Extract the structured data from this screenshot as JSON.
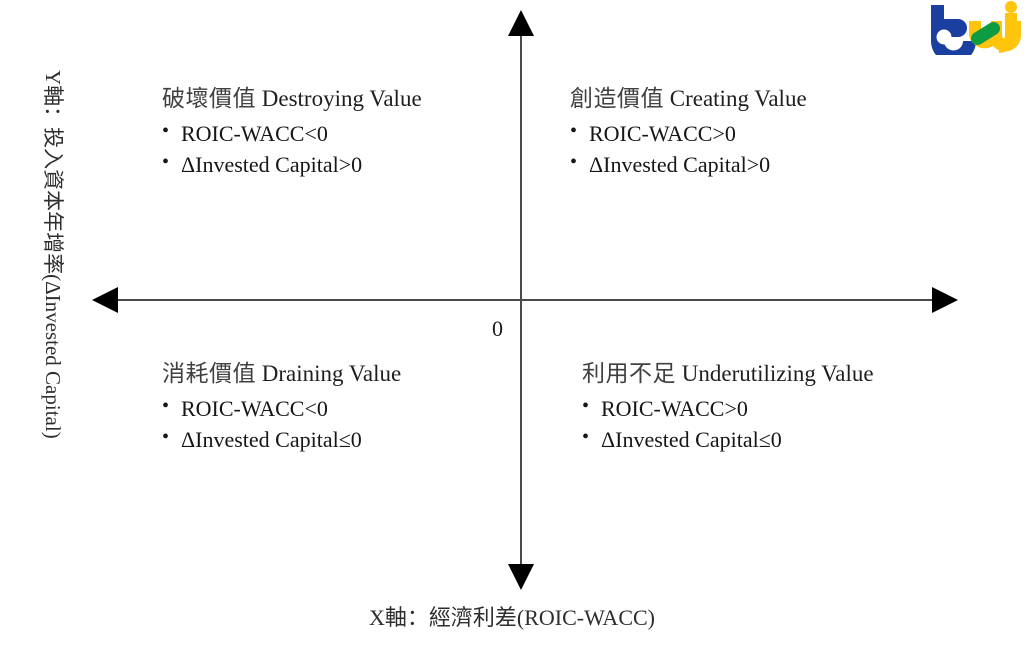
{
  "chart_data": {
    "type": "diagram",
    "subtype": "2x2-quadrant-matrix",
    "title": "",
    "xlabel": "X軸：經濟利差(ROIC-WACC)",
    "ylabel": "Y軸：投入資本年增率(ΔInvested Capital)",
    "origin_label": "0",
    "axes": {
      "x": {
        "name": "經濟利差(ROIC-WACC)",
        "negative_side": "left",
        "positive_side": "right"
      },
      "y": {
        "name": "投入資本年增率(ΔInvested Capital)",
        "negative_side": "down",
        "positive_side": "up"
      }
    },
    "quadrants": [
      {
        "position": "top-left",
        "title_cjk": "破壞價值",
        "title_latin": "Destroying Value",
        "conditions": [
          "ROIC-WACC<0",
          "ΔInvested Capital>0"
        ]
      },
      {
        "position": "top-right",
        "title_cjk": "創造價值",
        "title_latin": "Creating Value",
        "conditions": [
          "ROIC-WACC>0",
          "ΔInvested Capital>0"
        ]
      },
      {
        "position": "bottom-left",
        "title_cjk": "消耗價值",
        "title_latin": "Draining Value",
        "conditions": [
          "ROIC-WACC<0",
          "ΔInvested Capital≤0"
        ]
      },
      {
        "position": "bottom-right",
        "title_cjk": "利用不足",
        "title_latin": "Underutilizing Value",
        "conditions": [
          "ROIC-WACC>0",
          "ΔInvested Capital≤0"
        ]
      }
    ]
  },
  "quadrants": {
    "destroying": {
      "title_cjk": "破壞價值",
      "title_latin": "Destroying Value",
      "bullet1": "ROIC-WACC<0",
      "bullet2": "ΔInvested Capital>0"
    },
    "creating": {
      "title_cjk": "創造價值",
      "title_latin": "Creating Value",
      "bullet1": "ROIC-WACC>0",
      "bullet2": "ΔInvested Capital>0"
    },
    "draining": {
      "title_cjk": "消耗價值",
      "title_latin": "Draining Value",
      "bullet1": "ROIC-WACC<0",
      "bullet2": "ΔInvested Capital≤0"
    },
    "underutilizing": {
      "title_cjk": "利用不足",
      "title_latin": "Underutilizing Value",
      "bullet1": "ROIC-WACC>0",
      "bullet2": "ΔInvested Capital≤0"
    }
  },
  "axis_labels": {
    "origin": "0",
    "y_prefix": "Y軸：投入資本年增率",
    "y_suffix": "(ΔInvested Capital)",
    "y_full": "Y軸：投入資本年增率(ΔInvested Capital)",
    "x_prefix": "X軸：經濟利差",
    "x_suffix": "(ROIC-WACC)",
    "x_full": "X軸：經濟利差(ROIC-WACC)"
  },
  "logo": {
    "name": "tej-logo",
    "alt_text": "tej",
    "color_blue": "#1b3fa0",
    "color_yellow": "#ffc40c",
    "color_green": "#0f9b42"
  },
  "colors": {
    "axis": "#4a4a4a",
    "arrow": "#000000",
    "text": "#161616",
    "cjk_text": "#3c3c3c",
    "background": "#ffffff"
  }
}
